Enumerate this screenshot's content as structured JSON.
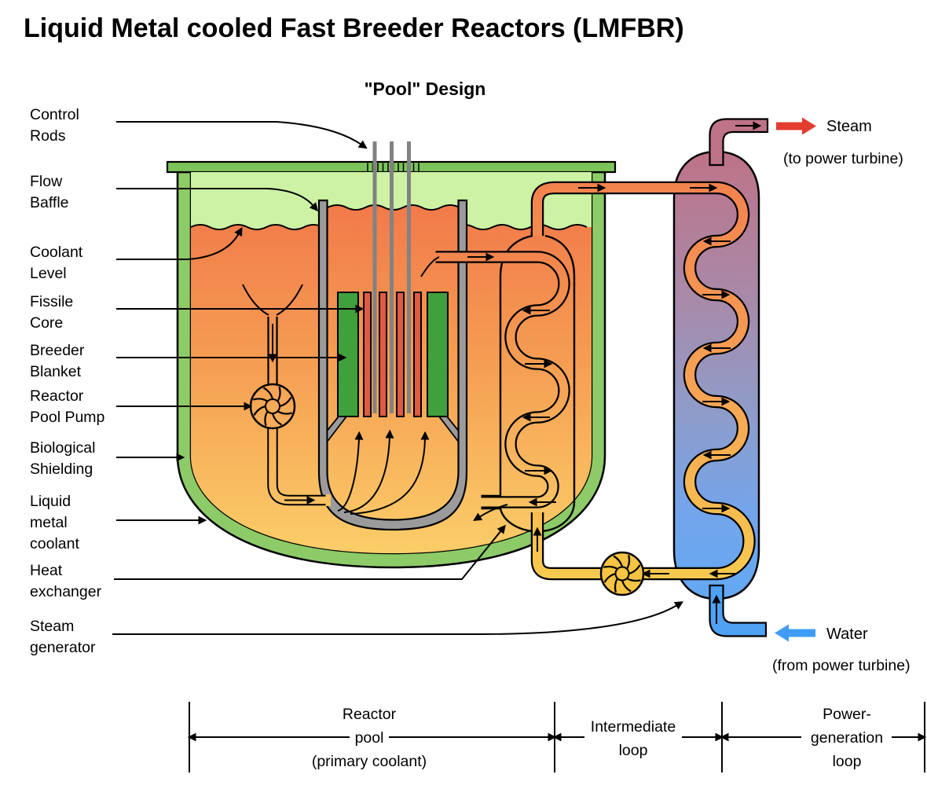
{
  "title": "Liquid Metal cooled Fast Breeder Reactors (LMFBR)",
  "subtitle": "\"Pool\" Design",
  "part_labels": {
    "control_rods": [
      "Control",
      "Rods"
    ],
    "flow_baffle": [
      "Flow",
      "Baffle"
    ],
    "coolant_level": [
      "Coolant",
      "Level"
    ],
    "fissile_core": [
      "Fissile",
      "Core"
    ],
    "breeder_blanket": [
      "Breeder",
      "Blanket"
    ],
    "reactor_pool_pump": [
      "Reactor",
      "Pool Pump"
    ],
    "biological_shielding": [
      "Biological",
      "Shielding"
    ],
    "liquid_metal_coolant": [
      "Liquid",
      "metal",
      "coolant"
    ],
    "heat_exchanger": [
      "Heat",
      "exchanger"
    ],
    "steam_generator": [
      "Steam",
      "generator"
    ]
  },
  "annotations": {
    "steam_label": "Steam",
    "steam_note": "(to power turbine)",
    "water_label": "Water",
    "water_note": "(from power turbine)"
  },
  "loop_spans": {
    "reactor_pool": [
      "Reactor",
      "pool",
      "(primary coolant)"
    ],
    "intermediate_loop": [
      "Intermediate",
      "loop"
    ],
    "power_generation_loop": [
      "Power-",
      "generation",
      "loop"
    ]
  },
  "colors": {
    "vessel_green": "#8DCB68",
    "lid_green": "#7CC45A",
    "cover_gas_green": "#CDF2A4",
    "coolant_hot_orange": "#F1794A",
    "coolant_cool_yellow": "#FBCF69",
    "core_red": "#DF5B44",
    "blanket_green": "#3FA03C",
    "structure_gray": "#9B9B9B",
    "control_rod_gray": "#828282",
    "intermediate_yellow": "#F6C443",
    "sg_steam_maroon": "#BE7387",
    "sg_water_blue": "#63A9F3",
    "steam_arrow_red": "#E43D30",
    "water_arrow_blue": "#3F9CF6"
  }
}
